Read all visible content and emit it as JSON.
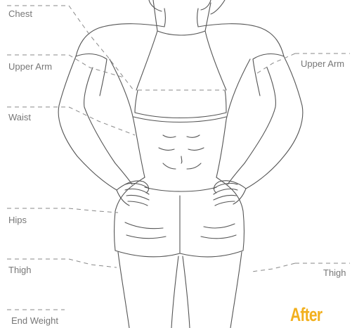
{
  "labels": {
    "chest": "Chest",
    "upper_arm_left": "Upper Arm",
    "upper_arm_right": "Upper Arm",
    "waist": "Waist",
    "hips": "Hips",
    "thigh_left": "Thigh",
    "thigh_right": "Thigh",
    "end_weight": "End Weight"
  },
  "badge": {
    "text": "After",
    "color": "#f2b01e"
  },
  "colors": {
    "outline": "#555555",
    "dashes": "#8a8a8a",
    "label_text": "#777777",
    "background": "#ffffff"
  }
}
